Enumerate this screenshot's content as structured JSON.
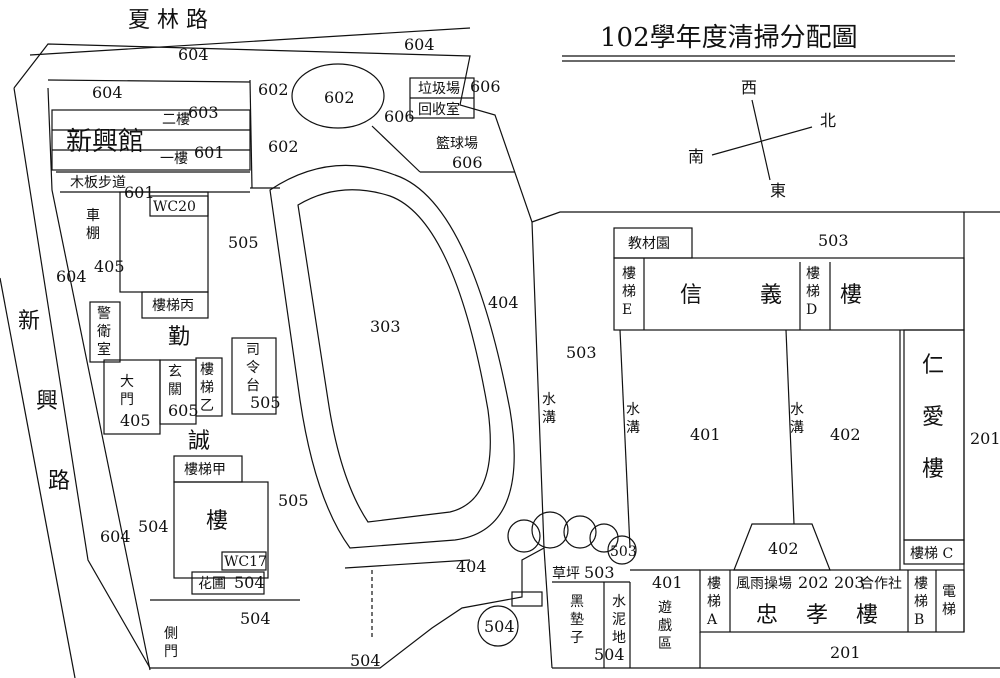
{
  "title": "102學年度清掃分配圖",
  "streets": {
    "top": "夏 林 路",
    "left": [
      "新",
      "興",
      "路"
    ]
  },
  "compass": {
    "w": "西",
    "n": "北",
    "s": "南",
    "e": "東"
  },
  "west": {
    "zones": {
      "z604_top": "604",
      "z604_a": "604",
      "z604_b": "604",
      "z604_c": "604",
      "z604_d": "604",
      "z602_a": "602",
      "z602_oval": "602",
      "z602_b": "602",
      "z606_a": "606",
      "z606_b": "606",
      "z606_c": "606",
      "z603": "603",
      "z601_a": "601",
      "z601_b": "601",
      "z405_a": "405",
      "z405_b": "405",
      "z605": "605",
      "z505_a": "505",
      "z505_b": "505",
      "z505_c": "505",
      "z303": "303",
      "z404_a": "404",
      "z404_b": "404",
      "z504_a": "504",
      "z504_b": "504",
      "z504_c": "504",
      "z504_d": "504",
      "z504_e": "504",
      "z503_a": "503"
    },
    "labels": {
      "xinxing": "新興館",
      "floor2": "二樓",
      "floor1": "一樓",
      "boardwalk": "木板步道",
      "garbage": "垃圾場",
      "recycle": "回收室",
      "basketball": "籃球場",
      "wc20": "WC20",
      "wc17": "WC17",
      "shed": [
        "車",
        "棚"
      ],
      "guard": [
        "警",
        "衛",
        "室"
      ],
      "gate": [
        "大",
        "門"
      ],
      "lobby": [
        "玄",
        "關"
      ],
      "stair_bing": "樓梯丙",
      "stair_yi": [
        "樓",
        "梯",
        "乙"
      ],
      "stair_jia": "樓梯甲",
      "podium": [
        "司",
        "令",
        "台"
      ],
      "qin": "勤",
      "cheng": "誠",
      "lou": "樓",
      "garden": "花圃",
      "side_gate": [
        "側",
        "門"
      ],
      "ditch": [
        "水",
        "溝"
      ]
    }
  },
  "east": {
    "zones": {
      "z503_b": "503",
      "z503_c": "503",
      "z503_d": "503",
      "z401_a": "401",
      "z402_a": "402",
      "z402_b": "402",
      "z401_b": "401",
      "z201_a": "201",
      "z201_b": "201",
      "z504_f": "504",
      "z202": "202",
      "z203": "203"
    },
    "labels": {
      "materials": "教材園",
      "stair_e": [
        "樓",
        "梯",
        "E"
      ],
      "stair_d": [
        "樓",
        "梯",
        "D"
      ],
      "xinyi": [
        "信",
        "義",
        "樓"
      ],
      "renai": [
        "仁",
        "愛",
        "樓"
      ],
      "ditch1": [
        "水",
        "溝"
      ],
      "ditch2": [
        "水",
        "溝"
      ],
      "stair_c": "樓梯 C",
      "lawn": "草坪",
      "black_mat": [
        "黑",
        "墊",
        "子"
      ],
      "cement": [
        "水",
        "泥",
        "地"
      ],
      "play_area": [
        "遊",
        "戲",
        "區"
      ],
      "stair_a": [
        "樓",
        "梯",
        "A"
      ],
      "rain_field": "風雨操場",
      "coop": "合作社",
      "zhongxiao": [
        "忠",
        "孝",
        "樓"
      ],
      "stair_b": [
        "樓",
        "梯",
        "B"
      ],
      "elevator": [
        "電",
        "梯"
      ]
    }
  }
}
